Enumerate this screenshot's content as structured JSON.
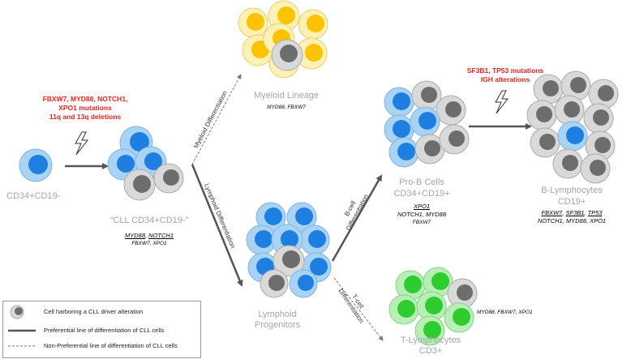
{
  "nodes": {
    "cd34_neg": {
      "label": "CD34+CD19-"
    },
    "cll_cd34": {
      "label": "“CLL CD34+CD19-”",
      "genes_line1": [
        "MYD88",
        ", ",
        "NOTCH1"
      ],
      "genes_line2": "FBXW7, XPO1"
    },
    "myeloid": {
      "label": "Myeloid Lineage",
      "genes": "MYD88, FBXW7"
    },
    "lymphoid": {
      "label_line1": "Lymphoid",
      "label_line2": "Progenitors"
    },
    "prob": {
      "label_line1": "Pro-B Cells",
      "label_line2": "CD34+CD19+",
      "genes_line1": "XPO1",
      "genes_line2": "NOTCH1, MYD88",
      "genes_line3": "FBXW7"
    },
    "blymph": {
      "label_line1": "B-Lymphocytes",
      "label_line2": "CD19+",
      "genes_line1": [
        "FBXW7",
        ", ",
        "SF3B1",
        ", ",
        "TP53"
      ],
      "genes_line2": "NOTCH1, MYD88, XPO1"
    },
    "tlymph": {
      "label_line1": "T-Lymphocytes",
      "label_line2": "CD3+",
      "genes": "MYD88, FBXW7, XPO1"
    }
  },
  "mutations_left": {
    "line1": "FBXW7, MYD88, NOTCH1,",
    "line2": "XPO1 mutations",
    "line3": "11q and 13q deletions"
  },
  "mutations_right": {
    "line1": "SF3B1, TP53 mutations",
    "line2": "IGH alterations"
  },
  "edges": {
    "myeloid": "Myeloid Differentiation",
    "lymphoid": "Lymphoid Differentiation",
    "bcell_1": "B-cell",
    "bcell_2": "Differentiation",
    "tcell_1": "T-cell",
    "tcell_2": "Differentiation"
  },
  "legend": {
    "cell": "Cell harboring a CLL driver alteration",
    "preferential": "Preferential line of differentiation of CLL cells",
    "non_preferential": "Non-Preferential line of differentiation of CLL cells"
  },
  "colors": {
    "blue": "#1e7fe0",
    "light_blue": "#a9d3f5",
    "yellow": "#fcc400",
    "light_yellow": "#fff0b3",
    "green": "#2fcc2f",
    "light_green": "#b7efb7",
    "gray_cell": "#d9d9d9",
    "nucleus_gray": "#6d6d6d",
    "arrow": "#555555",
    "red_text": "#e8231f",
    "label_gray": "#a6a6a6"
  }
}
